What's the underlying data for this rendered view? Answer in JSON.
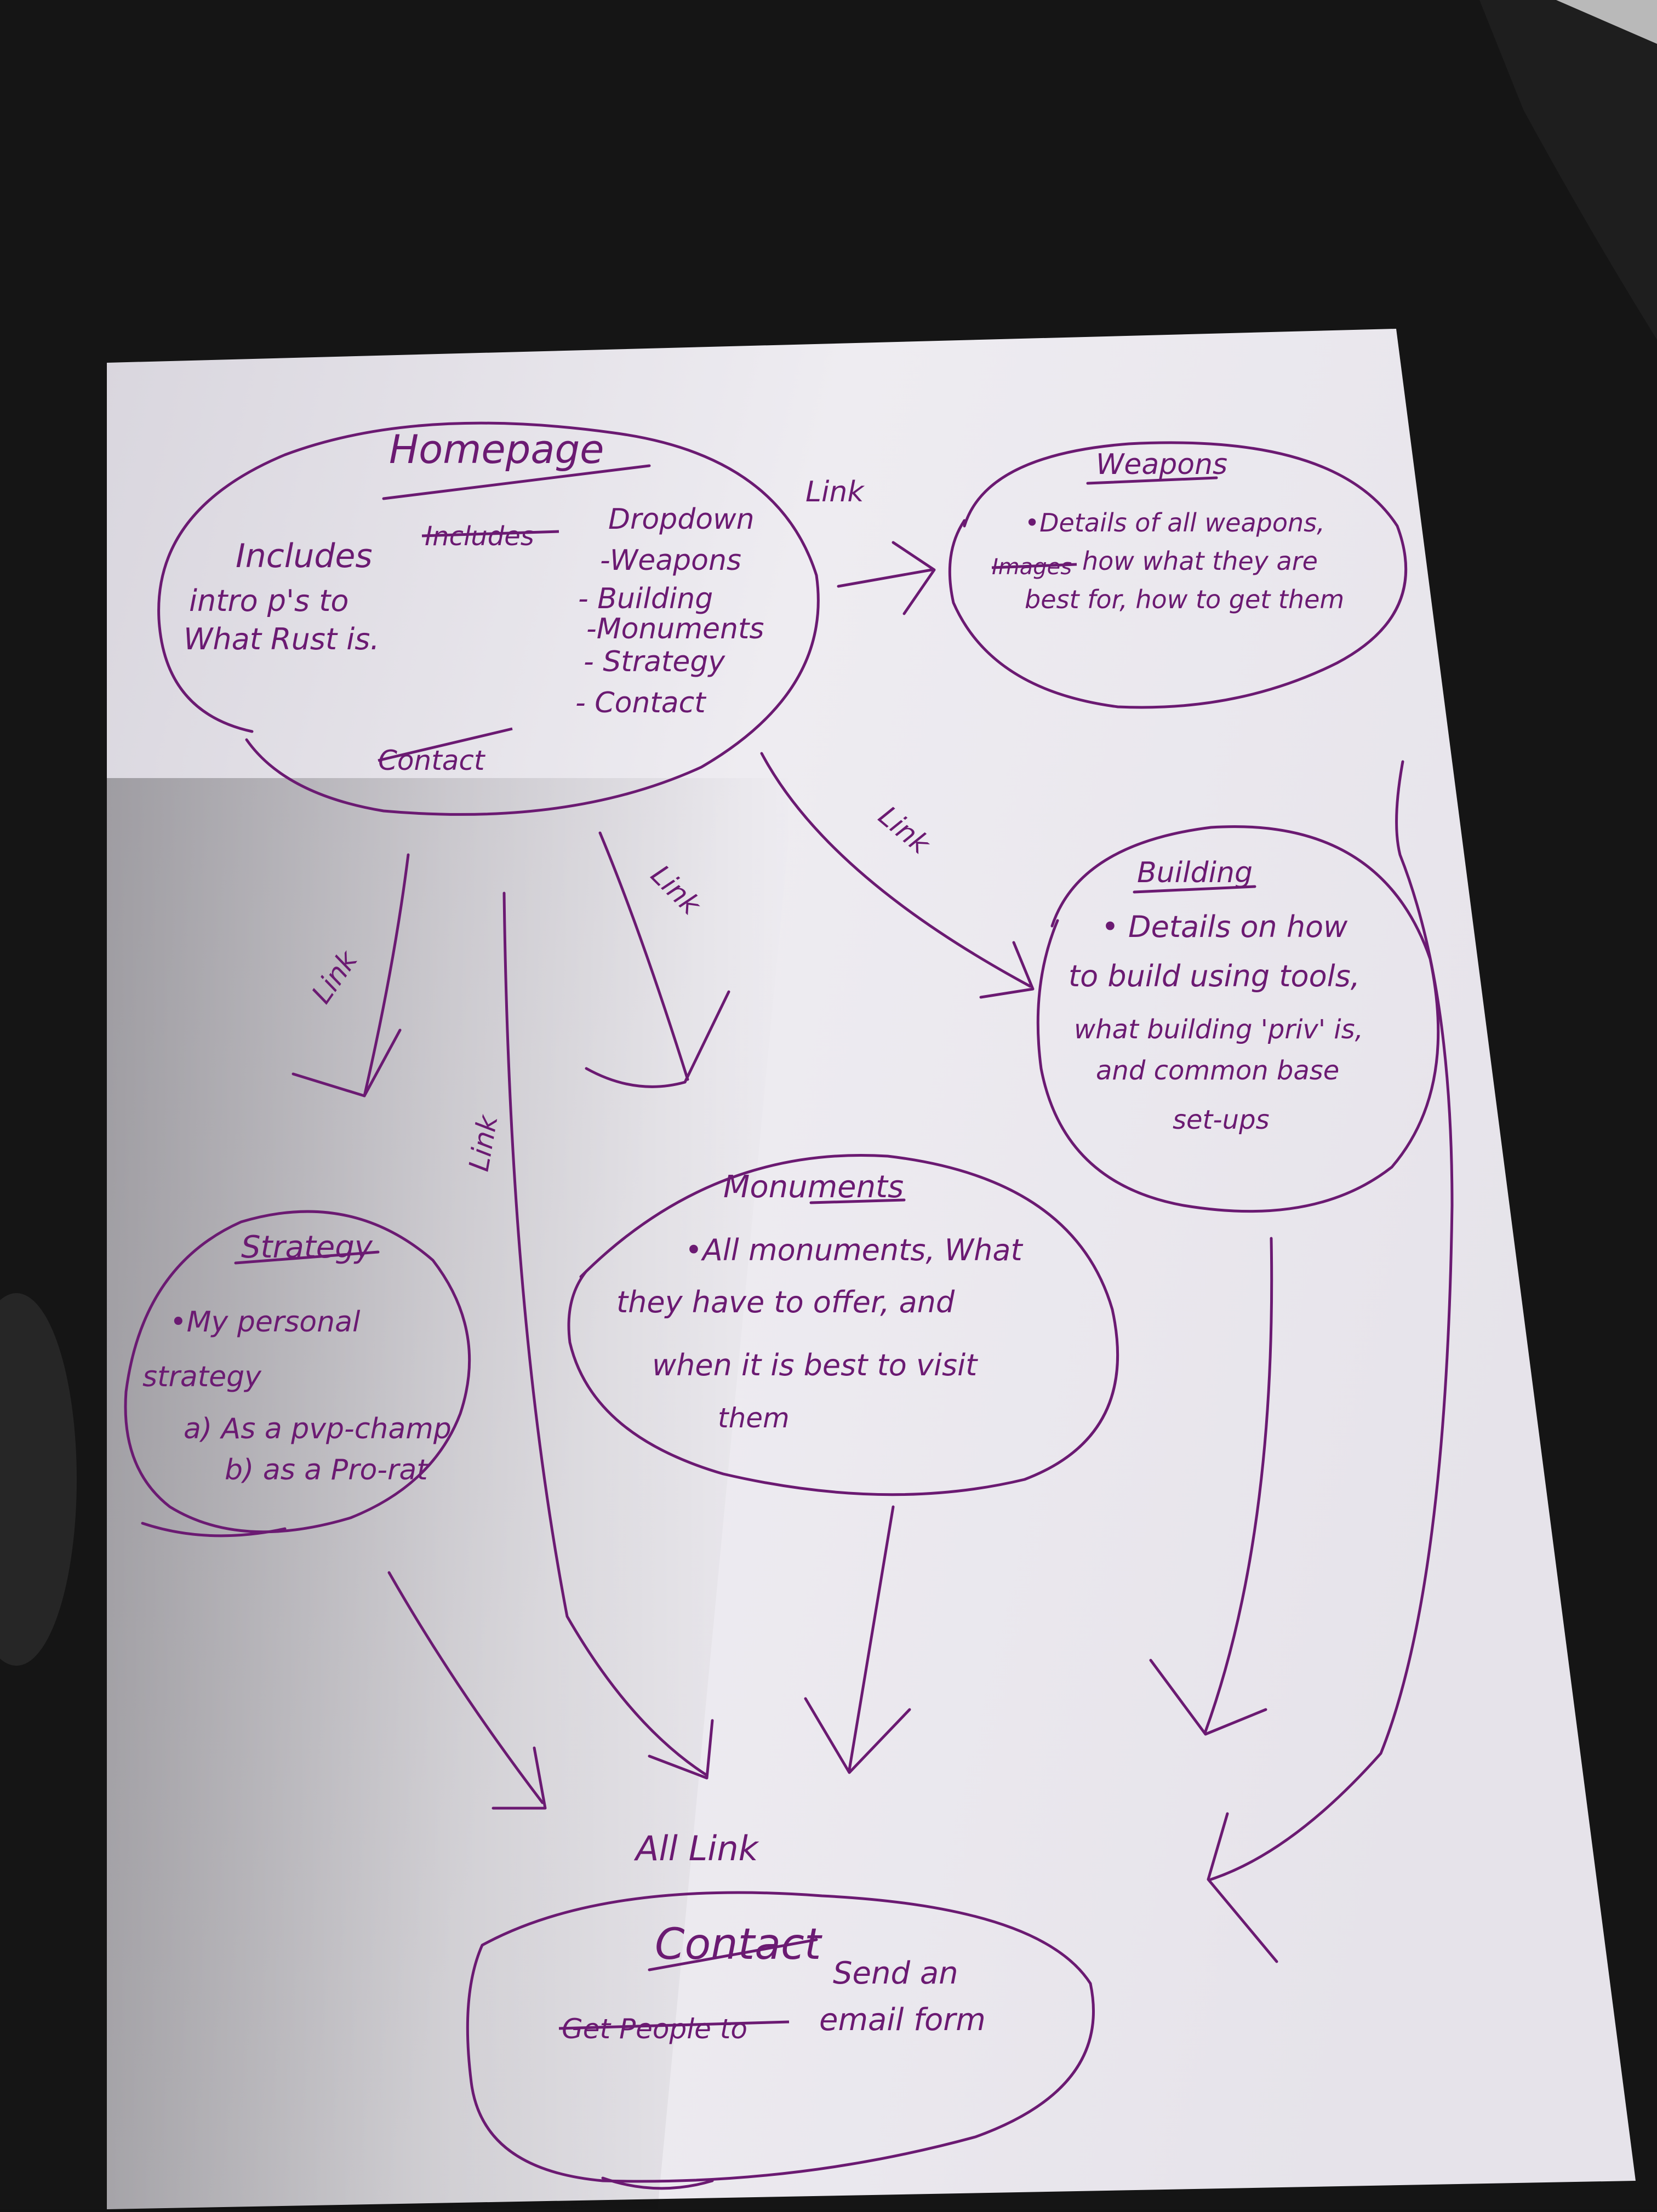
{
  "colors": {
    "background": "#141414",
    "paper": "#eceaf0",
    "ink": "#6b1a72"
  },
  "homepage": {
    "title": "Homepage",
    "left_text": [
      "Includes",
      "intro p's to",
      "What Rust is."
    ],
    "struck_word": "Includes",
    "dropdown_title": "Dropdown",
    "dropdown_items": [
      "-Weapons",
      "- Building",
      "-Monuments",
      "- Strategy",
      "- Contact"
    ],
    "struck_bottom": "Contact"
  },
  "weapons": {
    "title": "Weapons",
    "lines": [
      "•Details of all weapons,",
      "how what they are",
      "best for, how to get them"
    ],
    "struck_word": "Images"
  },
  "building": {
    "title": "Building",
    "lines": [
      "• Details on how",
      "to build using tools,",
      "what building 'priv' is,",
      "and common base",
      "set-ups"
    ]
  },
  "monuments": {
    "title": "Monuments",
    "lines": [
      "•All monuments, What",
      "they have to offer, and",
      "when it is best to visit",
      "them"
    ]
  },
  "strategy": {
    "title": "Strategy",
    "lines": [
      "•My personal",
      "strategy",
      "a) As a pvp-champ",
      "b) as a Pro-rat"
    ]
  },
  "contact": {
    "title": "Contact",
    "struck_text": "Get People to",
    "lines": [
      "Send an",
      "email form"
    ]
  },
  "links": {
    "weapons_link": "Link",
    "building_link": "Link",
    "monuments_link": "Link",
    "strategy_link": "Link",
    "contact_link": "Link",
    "all_link": "All Link"
  }
}
